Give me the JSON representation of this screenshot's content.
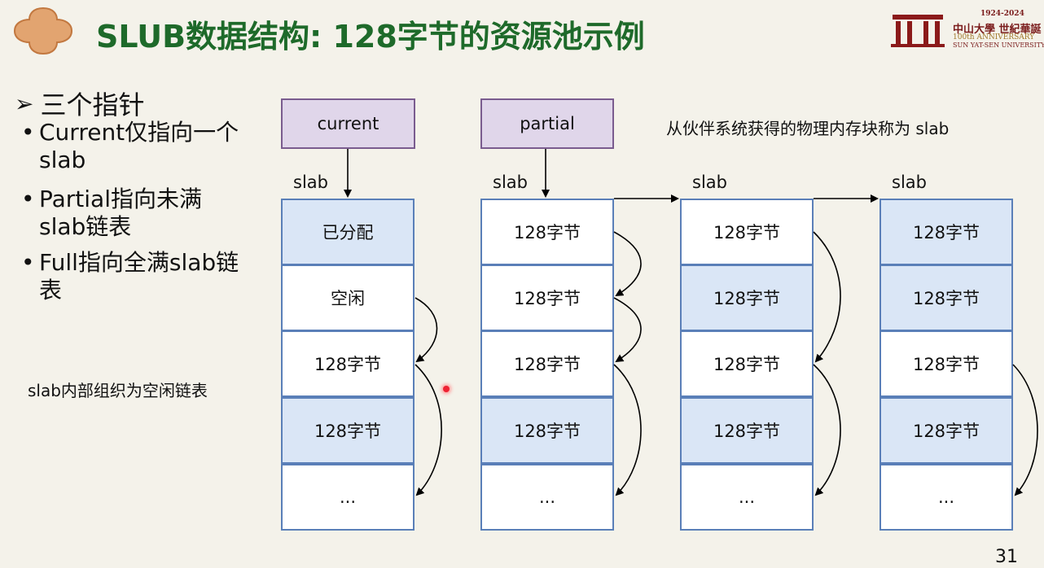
{
  "header": {
    "title": "SLUB数据结构: 128字节的资源池示例",
    "logo": {
      "years": "1924-2024",
      "cn_name": "中山大學 世紀華誕",
      "anniversary": "100th ANNIVERSARY",
      "en_name": "SUN YAT-SEN UNIVERSITY"
    }
  },
  "bullets": {
    "main": "三个指针",
    "items": [
      "Current仅指向一个slab",
      "Partial指向未满slab链表",
      "Full指向全满slab链表"
    ]
  },
  "note": "slab内部组织为空闲链表",
  "side_note": "从伙伴系统获得的物理内存块称为 slab",
  "pointers": [
    "current",
    "partial"
  ],
  "slab_label": "slab",
  "columns": [
    {
      "cells": [
        {
          "text": "已分配",
          "fill": "blue"
        },
        {
          "text": "空闲",
          "fill": "white"
        },
        {
          "text": "128字节",
          "fill": "white"
        },
        {
          "text": "128字节",
          "fill": "blue"
        },
        {
          "text": "...",
          "fill": "white"
        }
      ]
    },
    {
      "cells": [
        {
          "text": "128字节",
          "fill": "white"
        },
        {
          "text": "128字节",
          "fill": "white"
        },
        {
          "text": "128字节",
          "fill": "white"
        },
        {
          "text": "128字节",
          "fill": "blue"
        },
        {
          "text": "...",
          "fill": "white"
        }
      ]
    },
    {
      "cells": [
        {
          "text": "128字节",
          "fill": "white"
        },
        {
          "text": "128字节",
          "fill": "blue"
        },
        {
          "text": "128字节",
          "fill": "white"
        },
        {
          "text": "128字节",
          "fill": "blue"
        },
        {
          "text": "...",
          "fill": "white"
        }
      ]
    },
    {
      "cells": [
        {
          "text": "128字节",
          "fill": "blue"
        },
        {
          "text": "128字节",
          "fill": "blue"
        },
        {
          "text": "128字节",
          "fill": "white"
        },
        {
          "text": "128字节",
          "fill": "blue"
        },
        {
          "text": "...",
          "fill": "white"
        }
      ]
    }
  ],
  "page_number": "31",
  "colors": {
    "title": "#1e6a2a",
    "cell_border": "#5a7fb8",
    "cell_blue": "#dae6f6",
    "pointer_fill": "#e0d6ea",
    "badge": "#e0a06a"
  }
}
